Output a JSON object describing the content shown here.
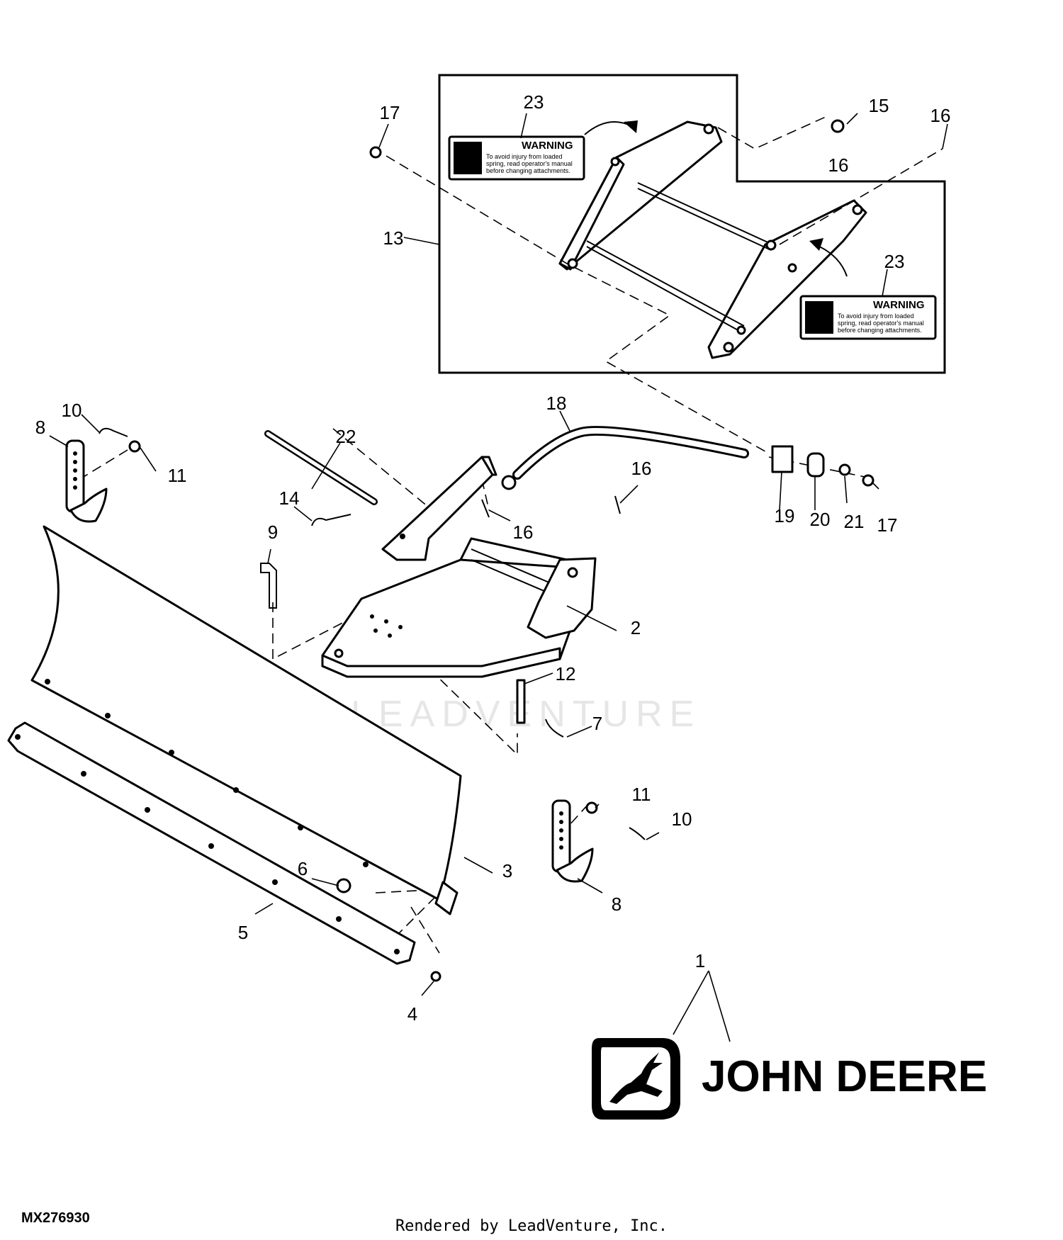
{
  "watermark": "LEADVENTURE",
  "brand": {
    "name": "JOHN DEERE",
    "logo_icon": "leaping-deer-icon"
  },
  "warning_decal": {
    "title": "WARNING",
    "lines": [
      "To avoid injury from loaded",
      "spring, read operator's manual",
      "before changing attachments."
    ]
  },
  "callouts": {
    "c1": "1",
    "c2": "2",
    "c3": "3",
    "c4": "4",
    "c5": "5",
    "c6": "6",
    "c7": "7",
    "c8a": "8",
    "c8b": "8",
    "c9": "9",
    "c10a": "10",
    "c10b": "10",
    "c11a": "11",
    "c11b": "11",
    "c12": "12",
    "c13": "13",
    "c14": "14",
    "c15": "15",
    "c16a": "16",
    "c16b": "16",
    "c16c": "16",
    "c16d": "16",
    "c17a": "17",
    "c17b": "17",
    "c18": "18",
    "c19": "19",
    "c20": "20",
    "c21": "21",
    "c22": "22",
    "c23a": "23",
    "c23b": "23"
  },
  "drawing_id": "MX276930",
  "credit": "Rendered by LeadVenture, Inc."
}
